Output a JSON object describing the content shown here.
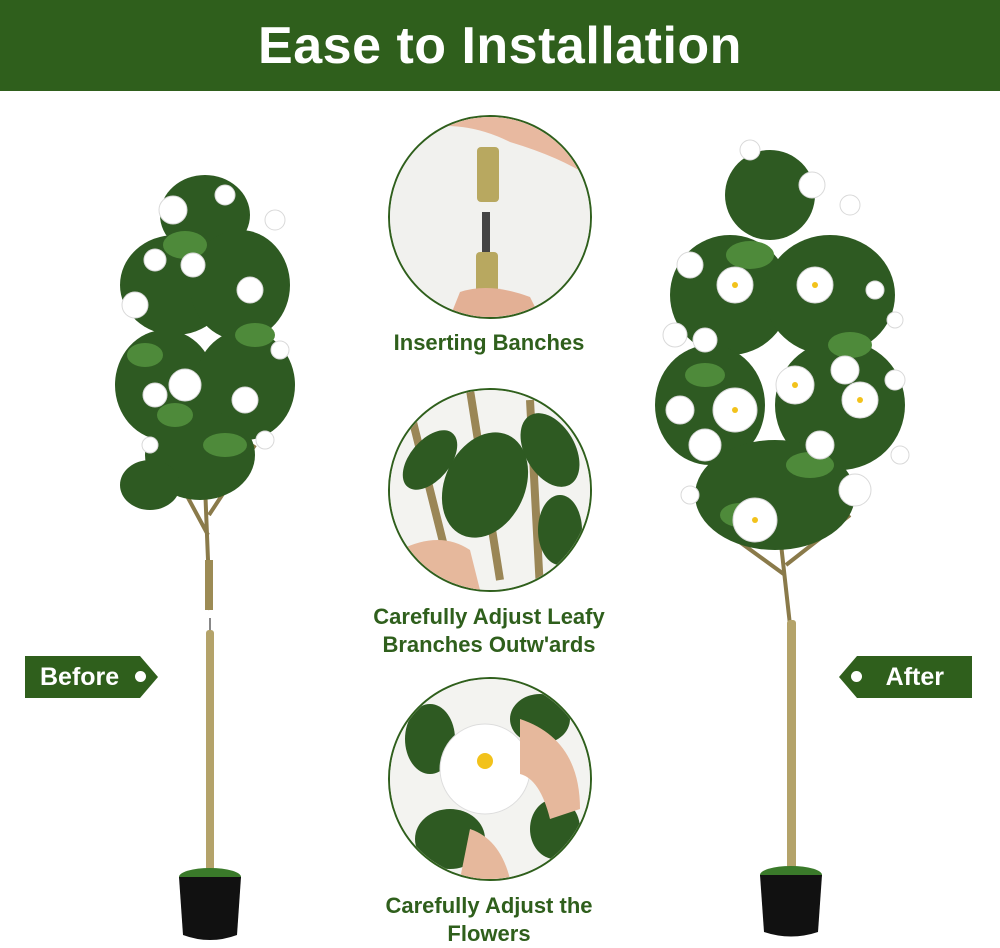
{
  "header": {
    "title": "Ease to Installation"
  },
  "tags": {
    "before": "Before",
    "after": "After"
  },
  "steps": [
    {
      "label": "Inserting Banches"
    },
    {
      "label_line1": "Carefully Adjust Leafy",
      "label_line2": "Branches Outw'ards"
    },
    {
      "label_line1": "Carefully Adjust the",
      "label_line2": "Flowers"
    }
  ],
  "colors": {
    "brand_green": "#2f5f1c",
    "leaf": "#2e5a22",
    "trunk": "#b4a36a",
    "flower": "#ffffff",
    "pot": "#111111"
  },
  "icons": [
    "tree-before-illustration",
    "tree-after-illustration",
    "tag-dot-icon"
  ]
}
